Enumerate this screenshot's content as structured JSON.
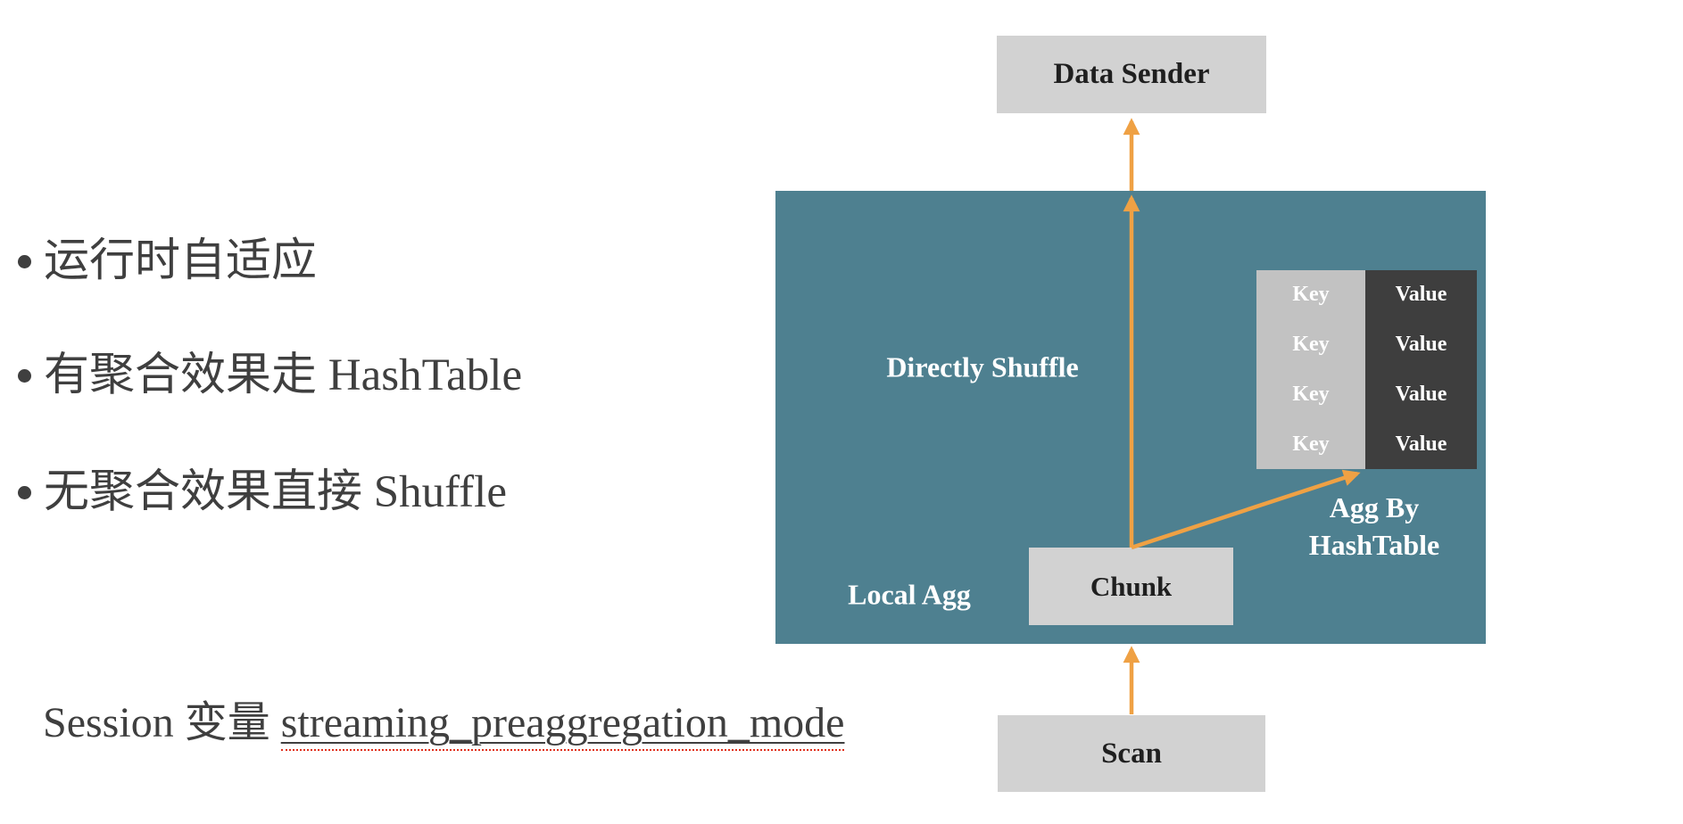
{
  "slide": {
    "bullets": [
      "运行时自适应",
      "有聚合效果走 HashTable",
      "无聚合效果直接 Shuffle"
    ],
    "session_line": {
      "prefix": "Session 变量 ",
      "variable": "streaming_preaggregation_mode"
    }
  },
  "diagram": {
    "data_sender_label": "Data Sender",
    "directly_shuffle_label": "Directly Shuffle",
    "local_agg_label": "Local Agg",
    "chunk_label": "Chunk",
    "scan_label": "Scan",
    "agg_by": {
      "line1": "Agg By",
      "line2": "HashTable"
    },
    "kv_table": {
      "rows": [
        {
          "key": "Key",
          "value": "Value"
        },
        {
          "key": "Key",
          "value": "Value"
        },
        {
          "key": "Key",
          "value": "Value"
        },
        {
          "key": "Key",
          "value": "Value"
        }
      ]
    }
  },
  "colors": {
    "teal": "#4E8090",
    "orange": "#EFA144",
    "box-gray": "#D2D2D2",
    "key-gray": "#C2C2C2",
    "value-dark": "#3E3E3E",
    "text-dark": "#3F3F3F",
    "label-dark": "#1F1F1F",
    "squiggle-red": "#E0301E",
    "white": "#FFFFFF"
  }
}
